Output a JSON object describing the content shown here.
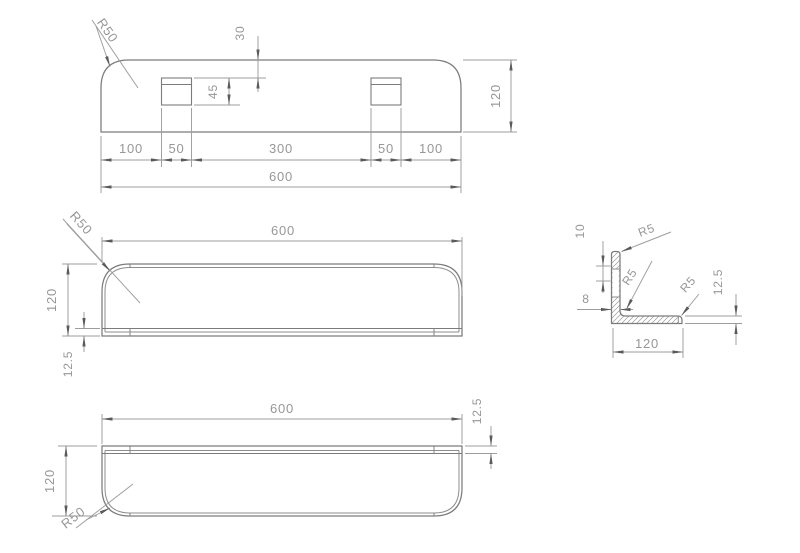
{
  "drawing": {
    "type": "technical-drawing",
    "line_color": "#7c7c7c",
    "dim_color": "#9d9d9d",
    "views": {
      "front": {
        "radius_label": "R50",
        "dim_hole_offset_top": "30",
        "dim_hole_height": "45",
        "dim_100_left": "100",
        "dim_50_left": "50",
        "dim_300_center": "300",
        "dim_50_right": "50",
        "dim_100_right": "100",
        "dim_total_width": "600",
        "dim_height": "120"
      },
      "top": {
        "dim_total_width": "600",
        "dim_depth": "120",
        "dim_rail_thickness": "12.5",
        "radius_label": "R50"
      },
      "section": {
        "dim_slot_step": "10",
        "dim_wall_thickness": "8",
        "radius_top": "R5",
        "radius_inner": "R5",
        "radius_end": "R5",
        "dim_plate_thickness": "12.5",
        "dim_depth": "120"
      },
      "bottom": {
        "dim_total_width": "600",
        "dim_rail_thickness": "12.5",
        "dim_depth": "120",
        "radius_label": "R50"
      }
    }
  }
}
